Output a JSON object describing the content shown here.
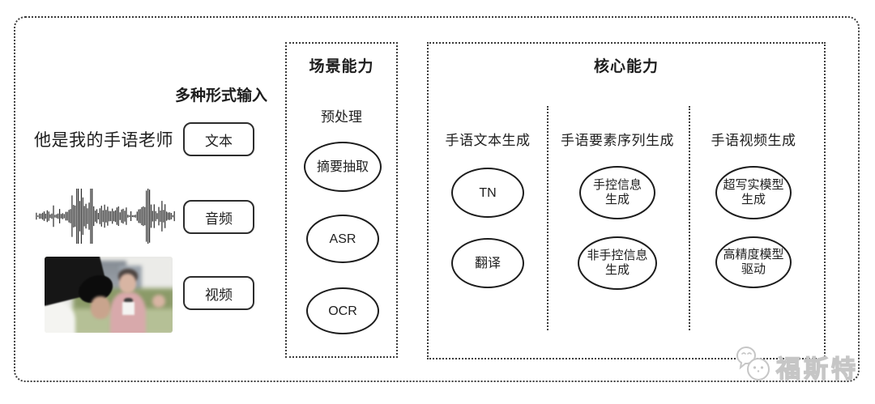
{
  "diagram": {
    "input_section": {
      "label": "多种形式输入",
      "sample_text": "他是我的手语老师",
      "items": [
        {
          "label": "文本"
        },
        {
          "label": "音频"
        },
        {
          "label": "视频"
        }
      ]
    },
    "scene_box": {
      "title": "场景能力",
      "subtitle": "预处理",
      "nodes": [
        {
          "l1": "摘要抽取"
        },
        {
          "l1": "ASR"
        },
        {
          "l1": "OCR"
        }
      ]
    },
    "core_box": {
      "title": "核心能力",
      "columns": [
        {
          "header": "手语文本生成",
          "nodes": [
            {
              "l1": "TN"
            },
            {
              "l1": "翻译"
            }
          ]
        },
        {
          "header": "手语要素序列生成",
          "nodes": [
            {
              "l1": "手控信息",
              "l2": "生成"
            },
            {
              "l1": "非手控信息",
              "l2": "生成"
            }
          ]
        },
        {
          "header": "手语视频生成",
          "nodes": [
            {
              "l1": "超写实模型",
              "l2": "生成"
            },
            {
              "l1": "高精度模型",
              "l2": "驱动"
            }
          ]
        }
      ]
    },
    "watermark": {
      "text": "福斯特"
    },
    "colors": {
      "line": "#1c1c1c",
      "dotted_border": "#3c3c3c",
      "watermark": "#c6c6c6"
    }
  }
}
